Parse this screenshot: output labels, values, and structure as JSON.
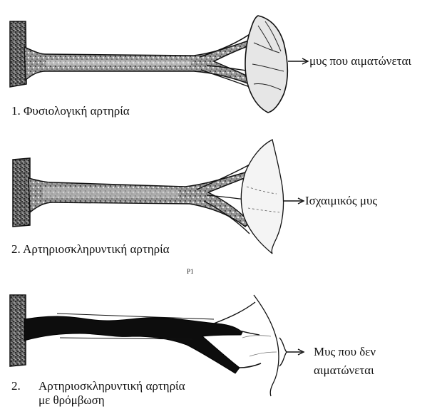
{
  "panels": [
    {
      "caption": "1. Φυσιολογική αρτηρία",
      "muscle_label": "μυς που αιματώνεται"
    },
    {
      "caption": "2. Αρτηριοσκληρυντική αρτηρία",
      "muscle_label": "Ισχαιμικός μυς"
    },
    {
      "caption_number": "2.",
      "caption_line1": "Αρτηριοσκληρυντική αρτηρία",
      "caption_line2": "με θρόμβωση",
      "muscle_label_line1": "Μυς που δεν",
      "muscle_label_line2": "αιματώνεται"
    }
  ],
  "stray_mark": "Ρ1",
  "colors": {
    "ink": "#111111",
    "speckle": "#3a3a3a",
    "thrombus": "#0d0d0d",
    "paper": "#ffffff"
  }
}
